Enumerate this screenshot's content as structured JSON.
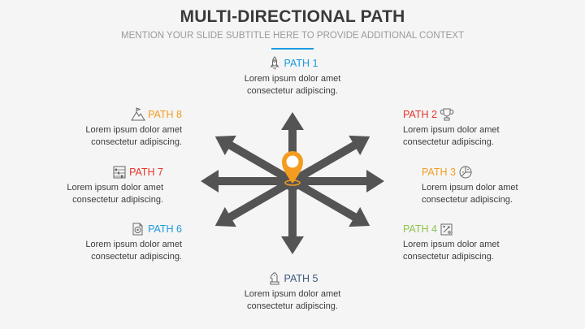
{
  "title": "MULTI-DIRECTIONAL PATH",
  "subtitle": "MENTION YOUR SLIDE SUBTITLE HERE TO PROVIDE ADDITIONAL CONTEXT",
  "colors": {
    "arrow": "#545454",
    "pin": "#f39c1f",
    "accent_line": "#1a9be0"
  },
  "paths": [
    {
      "label": "PATH 1",
      "color": "#1a9be0",
      "icon": "rocket-icon",
      "line1": "Lorem ipsum dolor amet",
      "line2": "consectetur adipiscing."
    },
    {
      "label": "PATH 2",
      "color": "#e5332a",
      "icon": "trophy-icon",
      "line1": "Lorem ipsum dolor amet",
      "line2": "consectetur adipiscing."
    },
    {
      "label": "PATH 3",
      "color": "#f39c1f",
      "icon": "pie-chart-icon",
      "line1": "Lorem ipsum dolor amet",
      "line2": "consectetur adipiscing."
    },
    {
      "label": "PATH 4",
      "color": "#8bc34a",
      "icon": "strategy-board-icon",
      "line1": "Lorem ipsum dolor amet",
      "line2": "consectetur adipiscing."
    },
    {
      "label": "PATH 5",
      "color": "#3d5a80",
      "icon": "chess-knight-icon",
      "line1": "Lorem ipsum dolor amet",
      "line2": "consectetur adipiscing."
    },
    {
      "label": "PATH 6",
      "color": "#1a9be0",
      "icon": "target-document-icon",
      "line1": "Lorem ipsum dolor amet",
      "line2": "consectetur adipiscing."
    },
    {
      "label": "PATH 7",
      "color": "#e5332a",
      "icon": "abacus-icon",
      "line1": "Lorem ipsum dolor amet",
      "line2": "consectetur adipiscing."
    },
    {
      "label": "PATH 8",
      "color": "#f39c1f",
      "icon": "mountain-flag-icon",
      "line1": "Lorem ipsum dolor amet",
      "line2": "consectetur adipiscing."
    }
  ]
}
